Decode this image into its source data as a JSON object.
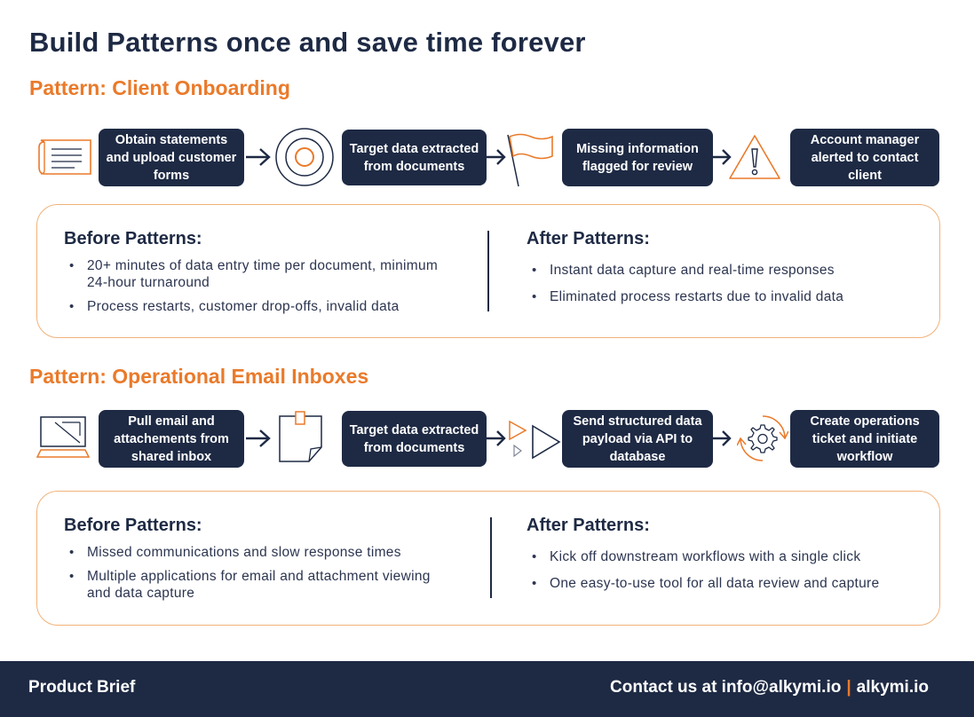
{
  "page": {
    "title": "Build Patterns once and save time forever"
  },
  "pattern1": {
    "title": "Pattern: Client Onboarding",
    "steps": [
      "Obtain statements and upload customer forms",
      "Target data extracted from documents",
      "Missing information flagged for review",
      "Account manager alerted to contact client"
    ],
    "before": {
      "title": "Before Patterns:",
      "items": [
        "20+ minutes of data entry time per document, minimum 24-hour turnaround",
        "Process restarts, customer drop-offs, invalid data"
      ]
    },
    "after": {
      "title": "After Patterns:",
      "items": [
        "Instant data capture and real-time responses",
        "Eliminated process restarts due to invalid data"
      ]
    }
  },
  "pattern2": {
    "title": "Pattern: Operational Email Inboxes",
    "steps": [
      "Pull email and attachements from shared inbox",
      "Target data extracted from documents",
      "Send structured data payload via API to database",
      "Create operations ticket and initiate workflow"
    ],
    "before": {
      "title": "Before Patterns:",
      "items": [
        "Missed communications and slow response times",
        "Multiple applications for email and attachment viewing and data capture"
      ]
    },
    "after": {
      "title": "After Patterns:",
      "items": [
        "Kick off downstream workflows with a single click",
        "One easy-to-use tool for all data review and capture"
      ]
    }
  },
  "footer": {
    "left": "Product Brief",
    "contact": "Contact us at info@alkymi.io",
    "separator": "|",
    "site": "alkymi.io"
  },
  "colors": {
    "navy": "#1e2a44",
    "orange": "#ea7a2a",
    "border": "#f2b27a"
  },
  "icons": {
    "row1": [
      "document-icon",
      "target-icon",
      "flag-icon",
      "warning-icon"
    ],
    "row2": [
      "laptop-icon",
      "sticky-note-icon",
      "play-arrows-icon",
      "gear-cycle-icon"
    ]
  }
}
